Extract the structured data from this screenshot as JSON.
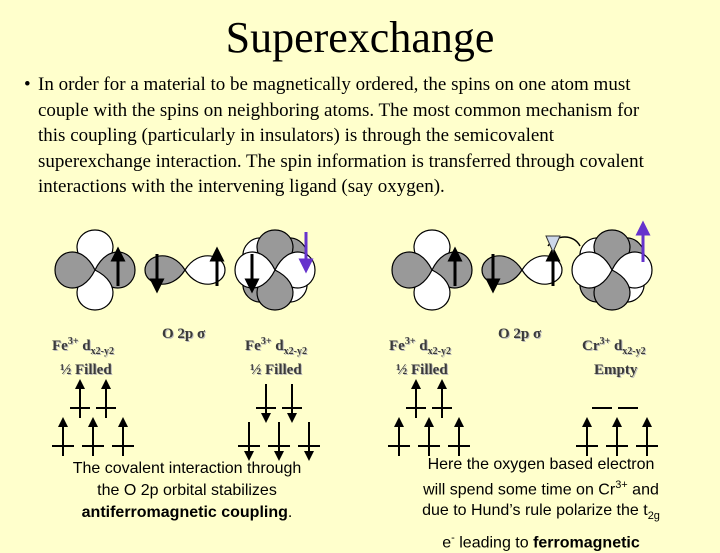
{
  "title": "Superexchange",
  "bullet": {
    "marker": "•",
    "text": "In order for a material to be magnetically ordered, the spins on one atom must couple with the spins on neighboring atoms.  The most common mechanism for this coupling (particularly in insulators) is through the semicovalent superexchange interaction.  The spin information is transferred through covalent interactions with the intervening ligand (say oxygen)."
  },
  "left_panel": {
    "fe1_label": {
      "element": "Fe",
      "charge": "3+",
      "orbital": "d",
      "sub": "x2-y2"
    },
    "o_label": {
      "text": "O 2p ",
      "greek": "σ"
    },
    "fe2_label": {
      "element": "Fe",
      "charge": "3+",
      "orbital": "d",
      "sub": "x2-y2"
    },
    "fill1": "½ Filled",
    "fill2": "½ Filled",
    "caption_line1": "The covalent interaction through",
    "caption_line2": "the O 2p orbital stabilizes",
    "caption_bold": "antiferromagnetic coupling",
    "caption_end": "."
  },
  "right_panel": {
    "fe_label": {
      "element": "Fe",
      "charge": "3+",
      "orbital": "d",
      "sub": "x2-y2"
    },
    "o_label": {
      "text": "O 2p ",
      "greek": "σ"
    },
    "cr_label": {
      "element": "Cr",
      "charge": "3+",
      "orbital": "d",
      "sub": "x2-y2"
    },
    "fill1": "½ Filled",
    "fill2": "Empty",
    "caption_line1": "Here the oxygen based electron",
    "caption_line2a": "will spend some time on Cr",
    "caption_sup": "3+",
    "caption_line2b": " and",
    "caption_line3a": "due to Hund’s rule polarize the t",
    "caption_sub": "2g",
    "caption_line4a": "e",
    "caption_line4sup": "-",
    "caption_line4b": " leading to ",
    "caption_bold": "ferromagnetic"
  },
  "colors": {
    "background": "#ffffcc",
    "lobe_gray": "#999999",
    "lobe_white": "#ffffff",
    "spin_accent": "#6633cc",
    "label_text": "#3a3a3a"
  }
}
